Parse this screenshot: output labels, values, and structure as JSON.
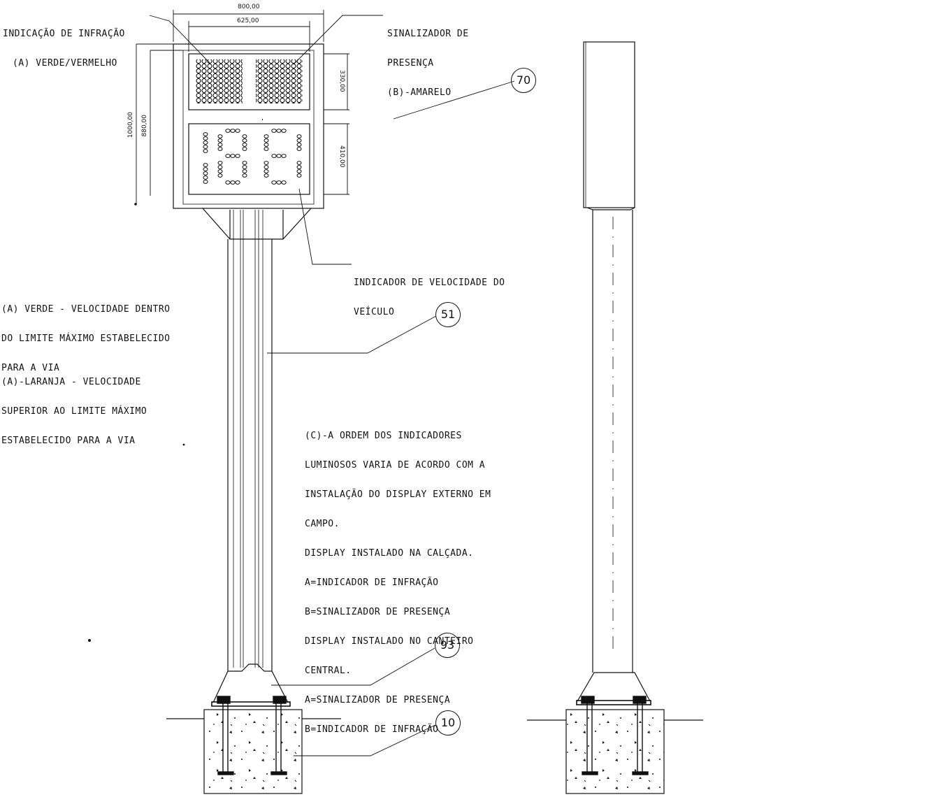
{
  "labels": {
    "infraction": [
      "INDICAÇÃO DE INFRAÇÃO",
      "(A) VERDE/VERMELHO"
    ],
    "presence": [
      "SINALIZADOR DE",
      "PRESENÇA",
      "(B)-AMARELO"
    ],
    "speed": [
      "INDICADOR DE VELOCIDADE DO",
      "VEÍCULO"
    ],
    "legend_green": [
      "(A) VERDE - VELOCIDADE DENTRO",
      "DO LIMITE MÁXIMO ESTABELECIDO",
      "PARA A VIA"
    ],
    "legend_orange": [
      "(A)-LARANJA - VELOCIDADE",
      "SUPERIOR AO LIMITE MÁXIMO",
      "ESTABELECIDO PARA A VIA"
    ],
    "notes": [
      "(C)-A ORDEM DOS INDICADORES",
      "LUMINOSOS VARIA DE ACORDO COM A",
      "INSTALAÇÃO DO DISPLAY EXTERNO EM",
      "CAMPO.",
      "DISPLAY INSTALADO NA CALÇADA.",
      "A=INDICADOR DE INFRAÇÃO",
      "B=SINALIZADOR DE PRESENÇA",
      "DISPLAY INSTALADO NO CANTEIRO",
      "CENTRAL.",
      "A=SINALIZADOR DE PRESENÇA",
      "B=INDICADOR DE INFRAÇÃO"
    ]
  },
  "dimensions": {
    "outer_width": "800,00",
    "inner_width": "625,00",
    "outer_height": "1000,00",
    "inner_height": "880,00",
    "top_panel_height": "330,00",
    "bottom_panel_height": "410,00"
  },
  "balloons": [
    "70",
    "51",
    "93",
    "10"
  ]
}
